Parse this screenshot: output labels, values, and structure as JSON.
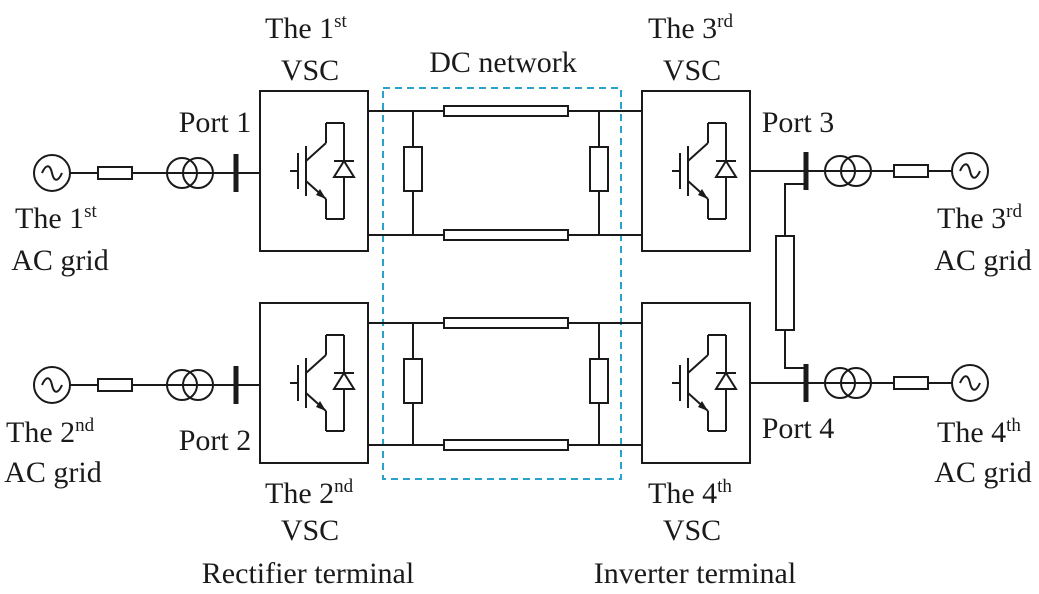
{
  "labels": {
    "dc_network": "DC network",
    "vsc1": {
      "pre": "The 1",
      "sup": "st",
      "post": "VSC"
    },
    "vsc2": {
      "pre": "The 2",
      "sup": "nd",
      "post": "VSC"
    },
    "vsc3": {
      "pre": "The 3",
      "sup": "rd",
      "post": "VSC"
    },
    "vsc4": {
      "pre": "The 4",
      "sup": "th",
      "post": "VSC"
    },
    "grid1": {
      "pre": "The 1",
      "sup": "st",
      "post": "AC grid"
    },
    "grid2": {
      "pre": "The 2",
      "sup": "nd",
      "post": "AC grid"
    },
    "grid3": {
      "pre": "The 3",
      "sup": "rd",
      "post": "AC grid"
    },
    "grid4": {
      "pre": "The 4",
      "sup": "th",
      "post": "AC grid"
    },
    "port1": "Port 1",
    "port2": "Port 2",
    "port3": "Port 3",
    "port4": "Port 4",
    "rectifier_terminal": "Rectifier terminal",
    "inverter_terminal": "Inverter terminal"
  },
  "colors": {
    "line": "#1a1a1a",
    "dc_network_border": "#29a3cc"
  }
}
